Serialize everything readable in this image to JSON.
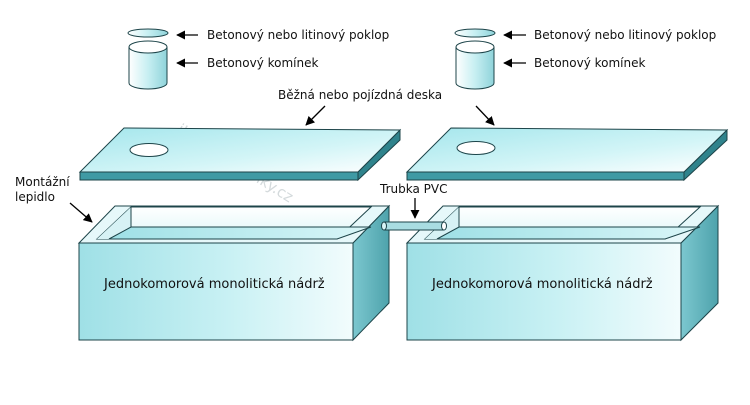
{
  "labels": {
    "lid": "Betonový nebo litinový poklop",
    "shaft": "Betonový komínek",
    "slab": "Běžná nebo pojízdná deska",
    "adhesive_line1": "Montážní",
    "adhesive_line2": "lepidlo",
    "pipe": "Trubka PVC",
    "tank": "Jednokomorová monolitická nádrž"
  },
  "watermark": "ibetonovejimky.cz",
  "colors": {
    "tank_face": "#9fe0e6",
    "tank_face_light": "#e8f9fb",
    "tank_side": "#5fb2bb",
    "slab_top": "#b9eef2",
    "slab_edge": "#3f9aa4",
    "outline": "#1d4449"
  }
}
